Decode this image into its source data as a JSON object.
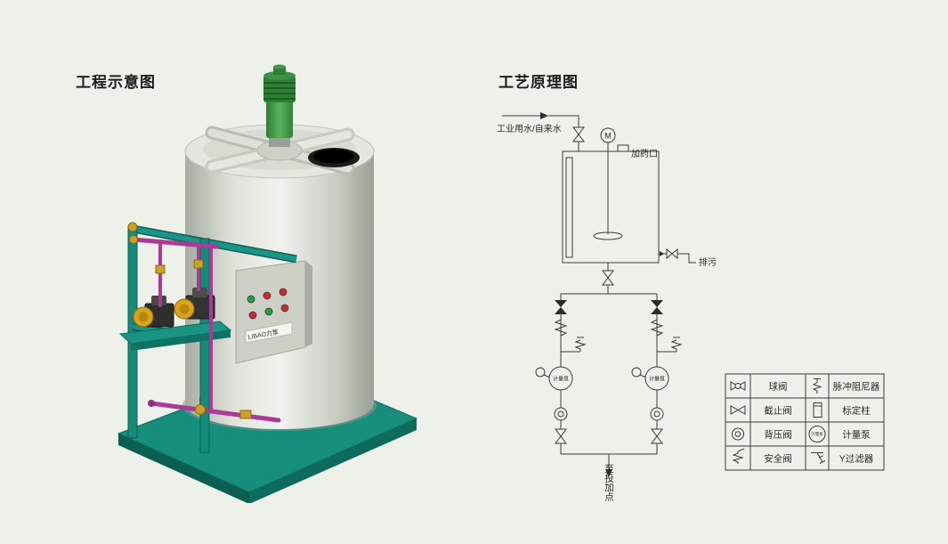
{
  "page": {
    "background": "#edf1ea"
  },
  "left_panel": {
    "title": "工程示意图",
    "illustration": {
      "panel_label": "LIBAO力泵",
      "colors": {
        "frame_teal": "#15897a",
        "frame_teal_dark": "#0a5f52",
        "tank_light": "#e4e7df",
        "motor_green": "#2d7d33",
        "lid_black": "#1b1b1b",
        "pipe_magenta": "#a93a97",
        "pump_yellow": "#d9a41b"
      }
    }
  },
  "right_panel": {
    "title": "工艺原理图",
    "diagram": {
      "line_color": "#3a3a3a",
      "labels": {
        "water_inlet": "工业用水/自来水",
        "dosing_port": "加药口",
        "motor": "M",
        "drain": "排污",
        "pump": "计量泵",
        "dosing_point": "至投加点"
      }
    },
    "legend": {
      "items": [
        {
          "icon": "ball-valve-icon",
          "label": "球阀"
        },
        {
          "icon": "pulse-damper-icon",
          "label": "脉冲阻尼器"
        },
        {
          "icon": "stop-valve-icon",
          "label": "截止阀"
        },
        {
          "icon": "calibration-column-icon",
          "label": "标定柱"
        },
        {
          "icon": "back-pressure-valve-icon",
          "label": "背压阀"
        },
        {
          "icon": "metering-pump-icon",
          "label": "计量泵"
        },
        {
          "icon": "safety-valve-icon",
          "label": "安全阀"
        },
        {
          "icon": "y-strainer-icon",
          "label": "Y过滤器"
        }
      ]
    }
  }
}
